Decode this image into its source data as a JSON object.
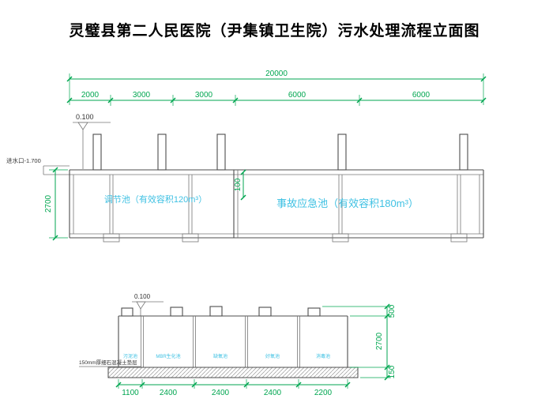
{
  "title": "灵璧县第二人民医院（尹集镇卫生院）污水处理流程立面图",
  "colors": {
    "dimension_green": "#00a650",
    "label_cyan": "#3fc1e3",
    "line_dark": "#4d4d4d",
    "title_black": "#000000"
  },
  "upper": {
    "total_dim": "20000",
    "segments": [
      "2000",
      "3000",
      "3000",
      "6000",
      "6000"
    ],
    "elevation": "0.100",
    "inlet_label": "进水口-1.700",
    "depth_dim": "2700",
    "mid_dim": "100",
    "tank_left_label": "调节池（有效容积120m³）",
    "tank_right_label": "事故应急池（有效容积180m³）"
  },
  "lower": {
    "elevation": "0.100",
    "base_note": "150mm厚细石混凝土垫层",
    "compartments": [
      "污泥池",
      "MBR生化池",
      "缺氧池",
      "好氧池",
      "消毒池"
    ],
    "bottom_segments": [
      "1100",
      "2400",
      "2400",
      "2400",
      "2200"
    ],
    "right_dims": [
      "500",
      "2700",
      "150"
    ]
  }
}
